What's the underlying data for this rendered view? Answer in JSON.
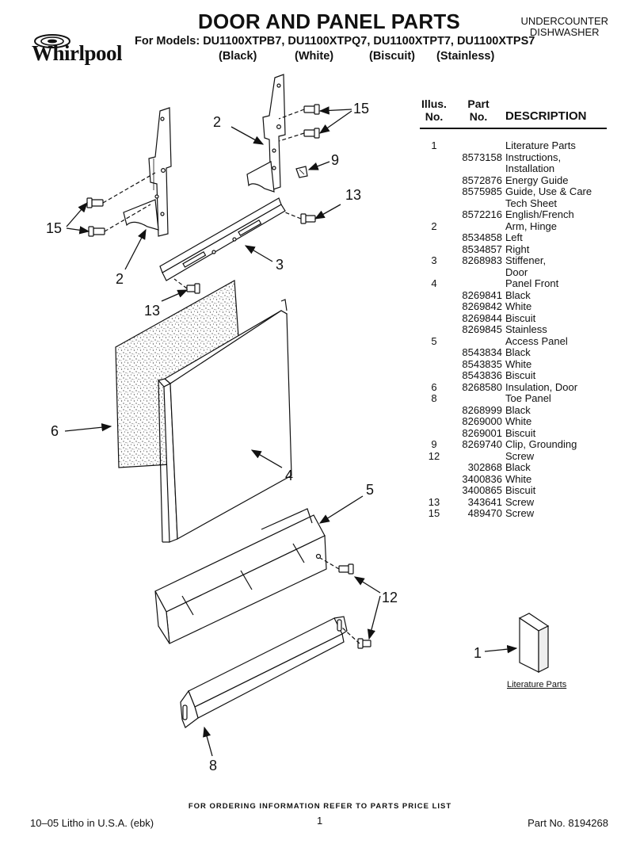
{
  "brand": "Whirlpool",
  "header": {
    "title": "DOOR AND PANEL PARTS",
    "models": "For Models: DU1100XTPB7, DU1100XTPQ7, DU1100XTPT7, DU1100XTPS7",
    "colors": [
      "(Black)",
      "(White)",
      "(Biscuit)",
      "(Stainless)"
    ],
    "product_type": [
      "UNDERCOUNTER",
      "DISHWASHER"
    ]
  },
  "callouts": [
    "2",
    "15",
    "9",
    "13",
    "15",
    "2",
    "3",
    "13",
    "6",
    "4",
    "5",
    "12",
    "1",
    "8"
  ],
  "literature_label": "Literature Parts",
  "table": {
    "headers": {
      "illus_1": "Illus.",
      "illus_2": "No.",
      "part_1": "Part",
      "part_2": "No.",
      "desc": "DESCRIPTION"
    },
    "rows": [
      {
        "illus": "1",
        "part": "",
        "desc": "Literature Parts"
      },
      {
        "illus": "",
        "part": "8573158",
        "desc": "Instructions,"
      },
      {
        "illus": "",
        "part": "",
        "desc": "Installation"
      },
      {
        "illus": "",
        "part": "8572876",
        "desc": "Energy Guide"
      },
      {
        "illus": "",
        "part": "8575985",
        "desc": "Guide, Use & Care"
      },
      {
        "illus": "",
        "part": "",
        "desc": "Tech Sheet"
      },
      {
        "illus": "",
        "part": "8572216",
        "desc": "English/French"
      },
      {
        "illus": "2",
        "part": "",
        "desc": "Arm, Hinge"
      },
      {
        "illus": "",
        "part": "8534858",
        "desc": "Left"
      },
      {
        "illus": "",
        "part": "8534857",
        "desc": "Right"
      },
      {
        "illus": "3",
        "part": "8268983",
        "desc": "Stiffener,"
      },
      {
        "illus": "",
        "part": "",
        "desc": "Door"
      },
      {
        "illus": "4",
        "part": "",
        "desc": "Panel Front"
      },
      {
        "illus": "",
        "part": "8269841",
        "desc": "Black"
      },
      {
        "illus": "",
        "part": "8269842",
        "desc": "White"
      },
      {
        "illus": "",
        "part": "8269844",
        "desc": "Biscuit"
      },
      {
        "illus": "",
        "part": "8269845",
        "desc": "Stainless"
      },
      {
        "illus": "5",
        "part": "",
        "desc": "Access Panel"
      },
      {
        "illus": "",
        "part": "8543834",
        "desc": "Black"
      },
      {
        "illus": "",
        "part": "8543835",
        "desc": "White"
      },
      {
        "illus": "",
        "part": "8543836",
        "desc": "Biscuit"
      },
      {
        "illus": "6",
        "part": "8268580",
        "desc": "Insulation, Door"
      },
      {
        "illus": "8",
        "part": "",
        "desc": "Toe Panel"
      },
      {
        "illus": "",
        "part": "8268999",
        "desc": "Black"
      },
      {
        "illus": "",
        "part": "8269000",
        "desc": "White"
      },
      {
        "illus": "",
        "part": "8269001",
        "desc": "Biscuit"
      },
      {
        "illus": "9",
        "part": "8269740",
        "desc": "Clip, Grounding"
      },
      {
        "illus": "12",
        "part": "",
        "desc": "Screw"
      },
      {
        "illus": "",
        "part": "302868",
        "desc": "Black"
      },
      {
        "illus": "",
        "part": "3400836",
        "desc": "White"
      },
      {
        "illus": "",
        "part": "3400865",
        "desc": "Biscuit"
      },
      {
        "illus": "13",
        "part": "343641",
        "desc": "Screw"
      },
      {
        "illus": "15",
        "part": "489470",
        "desc": "Screw"
      }
    ]
  },
  "footer": {
    "ordering": "FOR ORDERING INFORMATION REFER TO PARTS PRICE LIST",
    "litho": "10–05 Litho in U.S.A. (ebk)",
    "page": "1",
    "part_no": "Part No. 8194268"
  }
}
